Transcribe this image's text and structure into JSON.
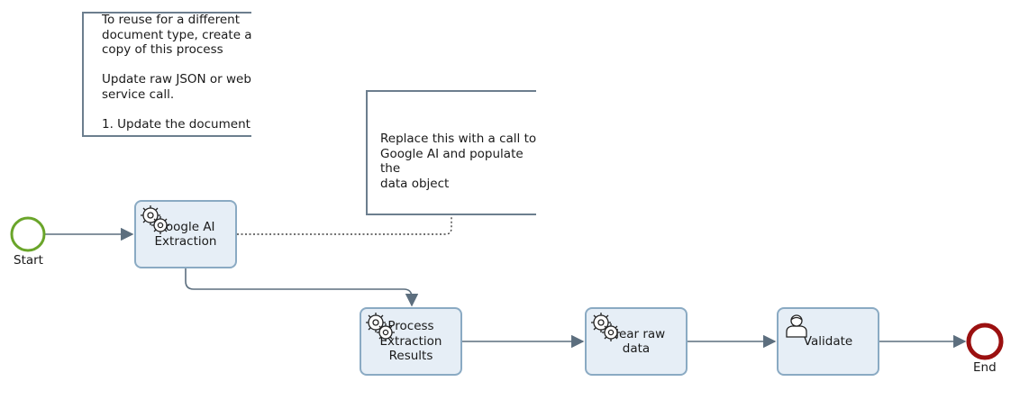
{
  "annotations": [
    {
      "id": "note1",
      "text": "To reuse for a different\ndocument type, create a\ncopy of this process\n\nUpdate raw JSON or web\nservice call.\n\n1. Update the document"
    },
    {
      "id": "note2",
      "text": "Replace this with a call to\nGoogle AI and populate the\ndata object"
    }
  ],
  "events": {
    "start": {
      "label": "Start",
      "type": "start-event"
    },
    "end": {
      "label": "End",
      "type": "end-event"
    }
  },
  "tasks": [
    {
      "id": "google-ai-extraction",
      "label": "Google AI\nExtraction",
      "icon": "gears-icon"
    },
    {
      "id": "process-extraction-results",
      "label": "Process\nExtraction\nResults",
      "icon": "gears-icon"
    },
    {
      "id": "clear-raw-data",
      "label": "Clear raw data",
      "icon": "gears-icon"
    },
    {
      "id": "validate",
      "label": "Validate",
      "icon": "user-icon"
    }
  ],
  "colors": {
    "start_event": "#6aa52a",
    "end_event": "#9b1010",
    "task_fill": "#e6eef6",
    "task_border": "#8aaac3",
    "flow": "#5c6e7e",
    "annotation_border": "#6c7e8e"
  }
}
